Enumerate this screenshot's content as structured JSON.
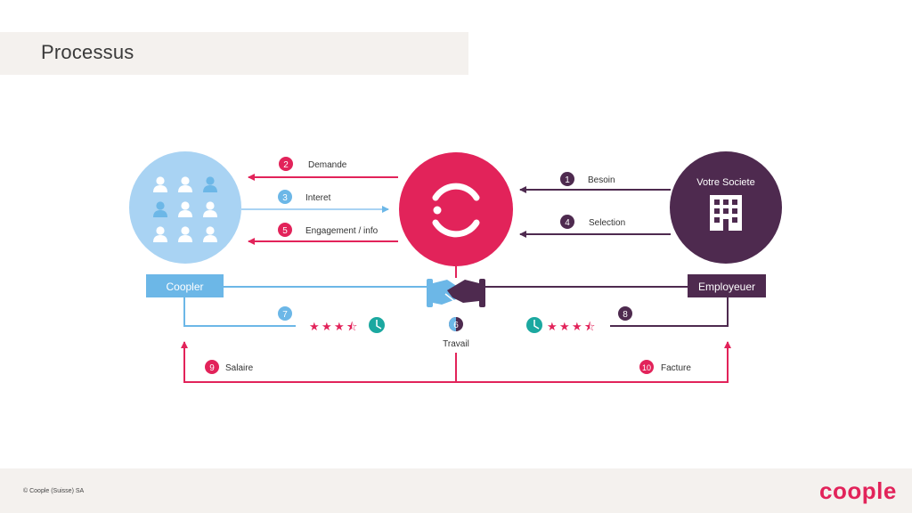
{
  "page": {
    "title": "Processus",
    "footer_copyright": "© Coople (Suisse) SA",
    "footer_logo": "coople"
  },
  "colors": {
    "pink": "#e2235a",
    "light_blue": "#6cb7e7",
    "pale_blue": "#a9d3f3",
    "purple": "#4e2a4f",
    "teal": "#1ba8a0",
    "band": "#f4f1ee"
  },
  "nodes": {
    "coopler_label": "Coopler",
    "employeur_label": "Employeuer",
    "company_label": "Votre Societe",
    "hub_icon": "coople-logo-icon",
    "handshake_icon": "handshake-icon"
  },
  "steps": [
    {
      "num": "1",
      "label": "Besoin"
    },
    {
      "num": "2",
      "label": "Demande"
    },
    {
      "num": "3",
      "label": "Interet"
    },
    {
      "num": "4",
      "label": "Selection"
    },
    {
      "num": "5",
      "label": "Engagement / info"
    },
    {
      "num": "6",
      "label": "Travail"
    },
    {
      "num": "7",
      "label": ""
    },
    {
      "num": "8",
      "label": ""
    },
    {
      "num": "9",
      "label": "Salaire"
    },
    {
      "num": "10",
      "label": "Facture"
    }
  ],
  "ratings": {
    "coopler_stars": 3.5,
    "employeur_stars": 3.5,
    "max_stars": 4
  }
}
